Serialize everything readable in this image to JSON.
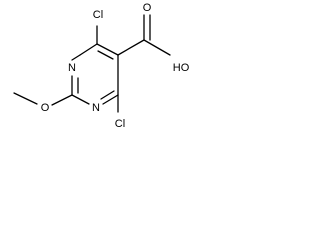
{
  "molecule": {
    "atoms": {
      "cl_top": "Cl",
      "cl_bottom": "Cl",
      "n_upper": "N",
      "n_lower": "N",
      "o_methoxy": "O",
      "o_carbonyl": "O",
      "oh": "HO"
    }
  }
}
